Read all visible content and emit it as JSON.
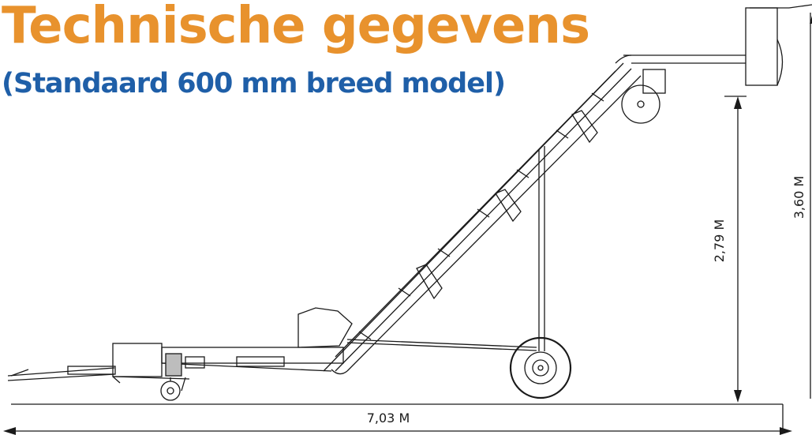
{
  "heading": {
    "title": "Technische gegevens",
    "subtitle": "(Standaard 600 mm breed model)"
  },
  "dimensions": {
    "length": "7,03 M",
    "discharge_height": "2,79 M",
    "total_height": "3,60 M"
  },
  "colors": {
    "title": "#e8922d",
    "subtitle": "#1f5fa8",
    "lines": "#1a1a1a"
  }
}
